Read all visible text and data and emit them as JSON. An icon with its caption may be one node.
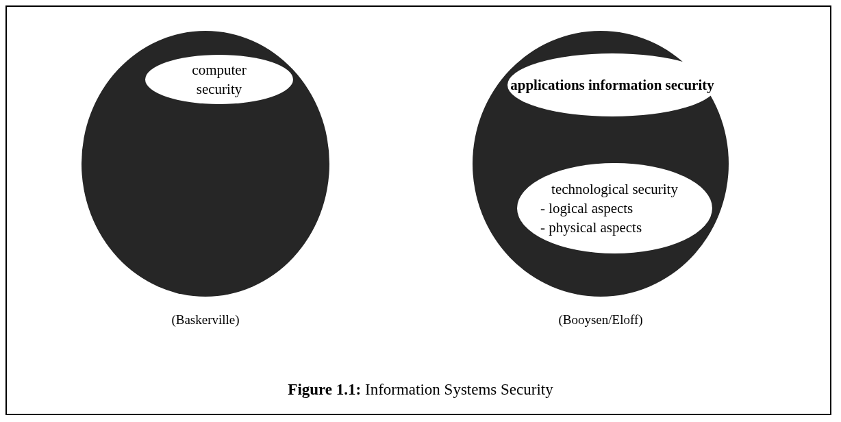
{
  "diagram": {
    "caption": "**Figure 1.1:** Information Systems Security",
    "nodes": [
      {
        "text": [],
        "shape": "circle",
        "beside": [
          "(Baskerville)"
        ]
      },
      {
        "text": [
          "computer security"
        ],
        "in": 0
      },
      {
        "text": [],
        "shape": "circle",
        "beside": [
          "(Booysen/Eloff)"
        ]
      },
      {
        "text": [
          "applications information security"
        ],
        "in": 2
      },
      {
        "text": [
          "technological security",
          "- logical aspects",
          "- physical aspects"
        ],
        "in": 2
      }
    ]
  }
}
